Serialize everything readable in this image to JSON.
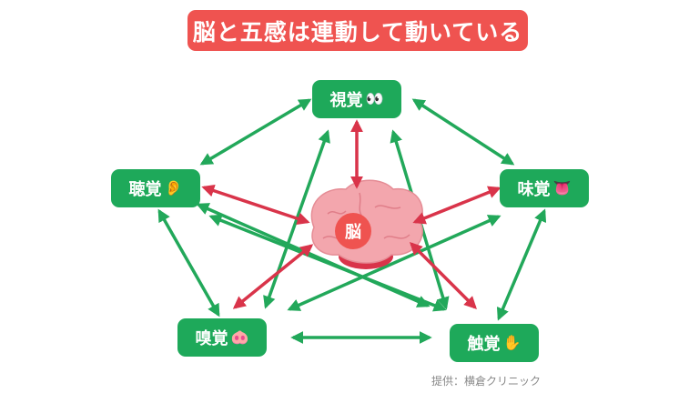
{
  "title": "脳と五感は連動して動いている",
  "nodes": {
    "sight": {
      "label": "視覚",
      "emoji": "👀"
    },
    "hearing": {
      "label": "聴覚",
      "emoji": "👂"
    },
    "taste": {
      "label": "味覚",
      "emoji": "👅"
    },
    "smell": {
      "label": "嗅覚",
      "emoji": "🐽"
    },
    "touch": {
      "label": "触覚",
      "emoji": "✋"
    }
  },
  "brain_label": "脳",
  "credit": "提供：横倉クリニック",
  "colors": {
    "title_bg": "#ef5350",
    "node_bg": "#1ea95a",
    "green_arrow": "#22a85a",
    "red_arrow": "#d9344a",
    "brain": "#f3a6ad"
  },
  "icons": [
    "brain-illustration",
    "eyes-icon",
    "ear-icon",
    "tongue-icon",
    "pig-nose-icon",
    "hand-icon"
  ]
}
